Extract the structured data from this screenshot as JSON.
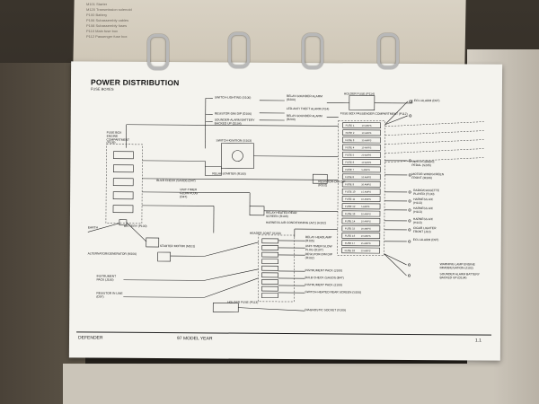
{
  "document": {
    "title": "POWER DISTRIBUTION",
    "subtitle": "FUSE BOXES",
    "footer": {
      "left": "DEFENDER",
      "middle": "97 MODEL YEAR",
      "right": "1.1"
    }
  },
  "back_page_list": [
    "M101 Starter",
    "M120 Transmission solenoid",
    "P100 Battery",
    "P106 Subassembly cables",
    "P108 Subassembly fuses",
    "P110 Main fuse box",
    "P112 Passenger fuse box"
  ],
  "labels": {
    "fuse_box_engine": "FUSE BOX ENGINE COMPARTMENT (P109)",
    "holder_fuse_top": "HOLDER FUSE (P114)",
    "fuse_box_passenger": "FUSE BOX PASSENGER COMPARTMENT (P112)",
    "switch_lighting": "SWITCH-LIGHTING (S100)",
    "relay_sounder": "RELAY-SOUNDER ALARM (R200)",
    "ecu_alarm_top": "ECU-ALARM (D97)",
    "resistor_dip": "RESISTOR-DIM DIP (D106)",
    "sounder_alarm_top": "SOUNDER-ALARM BATTERY BACKED UP (D104)",
    "led_anti_theft": "LED-ANTI THEFT ALARM (X24)",
    "relay_sounder_2": "RELAY-SOUNDER ALARM (R200)",
    "switch_ignition": "SWITCH-IGNITION (S103)",
    "relay_starter": "RELAY-STARTER (R100)",
    "bulb_check": "BULB CHECK (SAUDI) (D47)",
    "unit_timer": "UNIT-TIMER GLOW PLUG (D47)",
    "relay_heated_rear": "RELAY-HEATED REAR SCREEN (R108)",
    "harness_air": "HARNESS AIR CONDITIONING (A/C) (H102)",
    "resistor_dip_2": "RESISTOR-DIM DIP (R102)",
    "header_joint": "HEADER JOINT (X100)",
    "relay_headlamp": "RELAY HEADLAMP (R105)",
    "unit_timer_2": "UNIT-TIMER GLOW PLUG (D107)",
    "resistor_dim_dip_3": "RESISTOR-DIM DIP (R102)",
    "instrument_pack_1": "INSTRUMENT PACK (J100)",
    "bulb_check_2": "BULB CHECK (SAUDI) (B47)",
    "instrument_pack_2": "INSTRUMENT PACK (J100)",
    "switch_heated_rear": "SWITCH-HEATED REAR SCREEN (S100)",
    "holder_fuse_bottom": "HOLDER FUSE (P113)",
    "diagnostic_socket": "DIAGNOSTIC SOCKET (X109)",
    "earth": "EARTH",
    "battery": "BATTERY (P100)",
    "starter_motor": "STARTER MOTOR (M101)",
    "alternator": "ALTERNATOR/GENERATOR (M100)",
    "instrument_pack_left": "INSTRUMENT PACK (J100)",
    "resistor_inline": "RESISTOR IN LINE (D97)",
    "switch_brake": "SWITCH-BRAKE PEDAL (S205)",
    "motor_windscreen": "MOTOR-WINDSCREEN FRONT (M106)",
    "radio_cassette": "RADIO/CASSETTE PLAYER (T100)",
    "harness_ac": "HARNESS A/C (H113)",
    "harness_ac_2": "HARNESS A/C (H113)",
    "harness_ac_3": "HARNESS A/C (H113)",
    "cigar_lighter": "CIGAR LIGHTER FRONT (J10)",
    "ecu_alarm_right": "ECU-ALARM (D97)",
    "warning_lamp": "WARNING LAMP ENGINE IMMOBILISATION (J102)",
    "sounder_alarm_right": "SOUNDER ALARM BATTERY BACKED UP (D104)"
  },
  "fuse_labels": [
    "FUSE 1",
    "FUSE 2",
    "FUSE 3",
    "FUSE 4",
    "FUSE 5",
    "FUSE 6",
    "FUSE 7",
    "FUSE 8",
    "FUSE 9",
    "FUSE 10",
    "FUSE 11",
    "FUSE 12",
    "FUSE 13",
    "FUSE 14",
    "FUSE 15",
    "FUSE 16",
    "FUSE 17",
    "FUSE 18"
  ],
  "amp_labels": [
    "10 AMPS",
    "10 AMPS",
    "15 AMPS",
    "10 AMPS",
    "20 AMPS",
    "10 AMPS",
    "5 AMPS",
    "10 AMPS",
    "10 AMPS",
    "15 AMPS",
    "10 AMPS",
    "5 AMPS",
    "10 AMPS",
    "10 AMPS",
    "20 AMPS",
    "10 AMPS",
    "15 AMPS",
    "10 AMPS"
  ],
  "colors": {
    "paper": "#f4f3ee",
    "ink": "#111111",
    "ring": "#b8b8b8",
    "binder": "#cbc5b9"
  }
}
